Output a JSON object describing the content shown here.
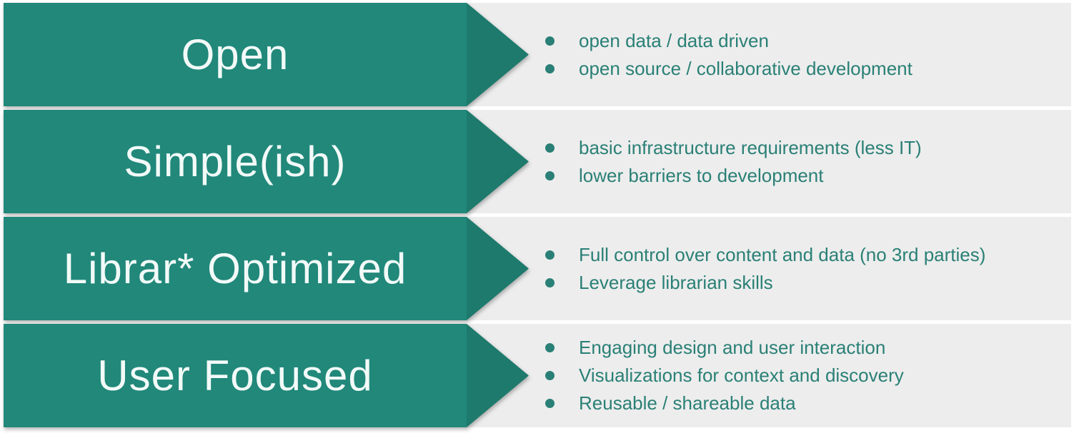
{
  "colors": {
    "page_bg": "#ffffff",
    "row_bg": "#ededed",
    "banner_body": "#21887a",
    "banner_tip": "#1d7a6c",
    "banner_text": "#f2faf8",
    "bullet_color": "#2a8076"
  },
  "rows": [
    {
      "banner": "Open",
      "bullets": [
        "open data / data driven",
        "open source / collaborative development"
      ]
    },
    {
      "banner": "Simple(ish)",
      "bullets": [
        "basic infrastructure requirements (less IT)",
        "lower barriers to development"
      ]
    },
    {
      "banner": "Librar* Optimized",
      "bullets": [
        "Full control over content and data (no 3rd parties)",
        "Leverage librarian skills"
      ]
    },
    {
      "banner": "User Focused",
      "bullets": [
        "Engaging design and user interaction",
        "Visualizations for context and discovery",
        "Reusable / shareable data"
      ]
    }
  ]
}
